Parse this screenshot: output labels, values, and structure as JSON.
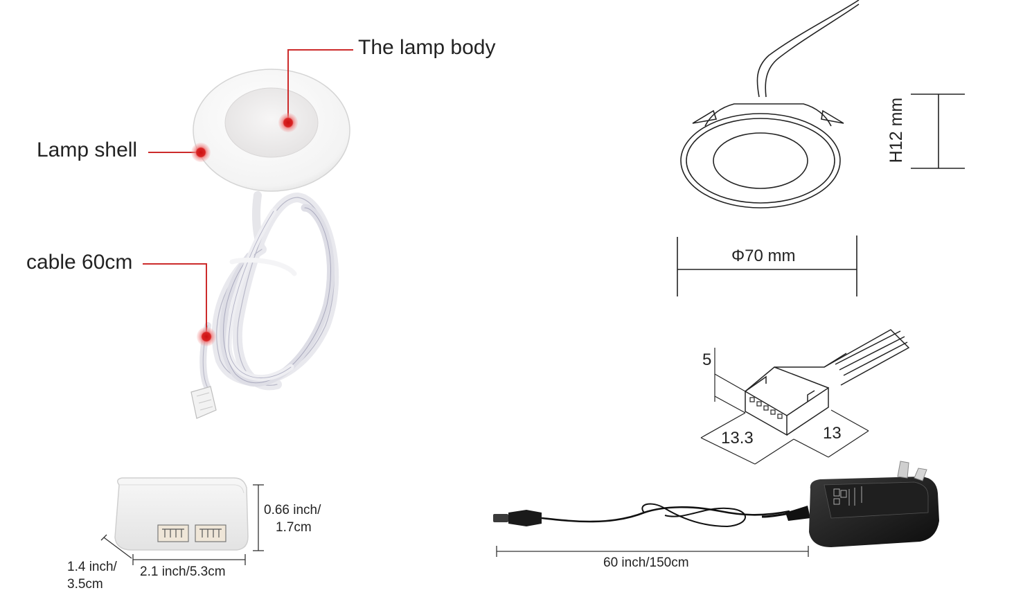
{
  "callouts": {
    "lamp_body": "The lamp body",
    "lamp_shell": "Lamp shell",
    "cable": "cable 60cm"
  },
  "lamp_drawing": {
    "height": "H12 mm",
    "diameter": "Φ70 mm"
  },
  "connector_drawing": {
    "height": "5",
    "width": "13.3",
    "depth": "13"
  },
  "junction_box": {
    "height_line1": "0.66 inch/",
    "height_line2": "1.7cm",
    "width": "2.1 inch/5.3cm",
    "depth_line1": "1.4 inch/",
    "depth_line2": "3.5cm"
  },
  "adapter": {
    "cable_length": "60 inch/150cm"
  },
  "colors": {
    "callout_red": "#cc2a2a",
    "text": "#222222"
  }
}
